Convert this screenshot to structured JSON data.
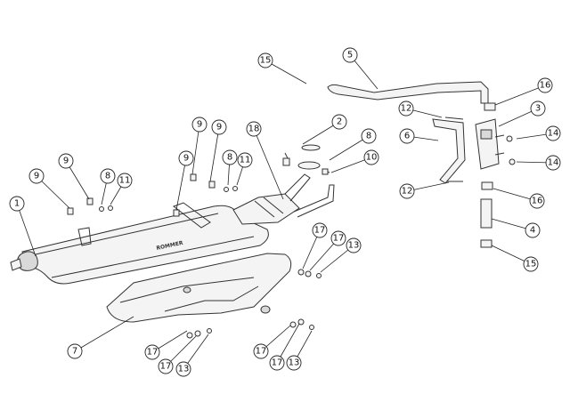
{
  "diagram": {
    "brand_mark": "ROMMER",
    "callouts": [
      "15",
      "5",
      "16",
      "12",
      "3",
      "2",
      "6",
      "14",
      "8",
      "10",
      "18",
      "14",
      "12",
      "16",
      "4",
      "15",
      "9",
      "9",
      "9",
      "1",
      "9",
      "8",
      "11",
      "9",
      "8",
      "11",
      "17",
      "17",
      "13",
      "7",
      "17",
      "17",
      "13",
      "17",
      "17",
      "13"
    ]
  },
  "colors": {
    "line": "#333333",
    "fill": "#f4f4f4",
    "shade": "#d9d9d9",
    "background": "#ffffff"
  }
}
